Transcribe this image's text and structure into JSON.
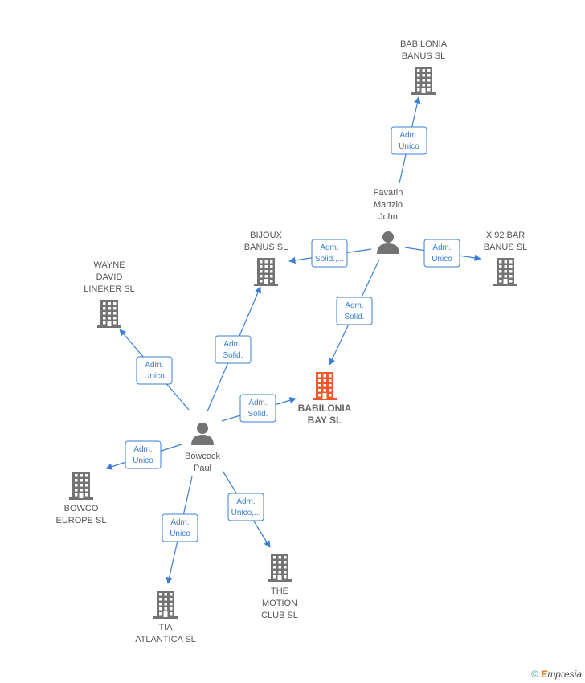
{
  "nodes": {
    "babilonia_banus": {
      "label": [
        "BABILONIA",
        "BANUS SL"
      ],
      "type": "company"
    },
    "favarin": {
      "label": [
        "Favarin",
        "Martzio",
        "John"
      ],
      "type": "person"
    },
    "bijoux": {
      "label": [
        "BIJOUX",
        "BANUS  SL"
      ],
      "type": "company"
    },
    "x92": {
      "label": [
        "X 92 BAR",
        "BANUS  SL"
      ],
      "type": "company"
    },
    "wayne": {
      "label": [
        "WAYNE",
        "DAVID",
        "LINEKER SL"
      ],
      "type": "company"
    },
    "babilonia_bay": {
      "label": [
        "BABILONIA",
        "BAY  SL"
      ],
      "type": "company",
      "focus": true
    },
    "bowcock": {
      "label": [
        "Bowcock",
        "Paul"
      ],
      "type": "person"
    },
    "bowco": {
      "label": [
        "BOWCO",
        "EUROPE SL"
      ],
      "type": "company"
    },
    "tia": {
      "label": [
        "TIA",
        "ATLANTICA SL"
      ],
      "type": "company"
    },
    "motion": {
      "label": [
        "THE",
        "MOTION",
        "CLUB SL"
      ],
      "type": "company"
    }
  },
  "edges": [
    {
      "from": "favarin",
      "to": "babilonia_banus",
      "label": [
        "Adm.",
        "Unico"
      ]
    },
    {
      "from": "favarin",
      "to": "bijoux",
      "label": [
        "Adm.",
        "Solid.,..."
      ]
    },
    {
      "from": "favarin",
      "to": "x92",
      "label": [
        "Adm.",
        "Unico"
      ]
    },
    {
      "from": "favarin",
      "to": "babilonia_bay",
      "label": [
        "Adm.",
        "Solid."
      ]
    },
    {
      "from": "bowcock",
      "to": "bijoux",
      "label": [
        "Adm.",
        "Solid."
      ]
    },
    {
      "from": "bowcock",
      "to": "wayne",
      "label": [
        "Adm.",
        "Unico"
      ]
    },
    {
      "from": "bowcock",
      "to": "babilonia_bay",
      "label": [
        "Adm.",
        "Solid."
      ]
    },
    {
      "from": "bowcock",
      "to": "bowco",
      "label": [
        "Adm.",
        "Unico"
      ]
    },
    {
      "from": "bowcock",
      "to": "tia",
      "label": [
        "Adm.",
        "Unico"
      ]
    },
    {
      "from": "bowcock",
      "to": "motion",
      "label": [
        "Adm.",
        "Unico,..."
      ]
    }
  ],
  "colors": {
    "company": "#737373",
    "focus": "#f05a28",
    "person": "#737373",
    "edge": "#3a7fd5"
  },
  "brand": {
    "symbol": "©",
    "initial": "E",
    "rest": "mpresia"
  }
}
